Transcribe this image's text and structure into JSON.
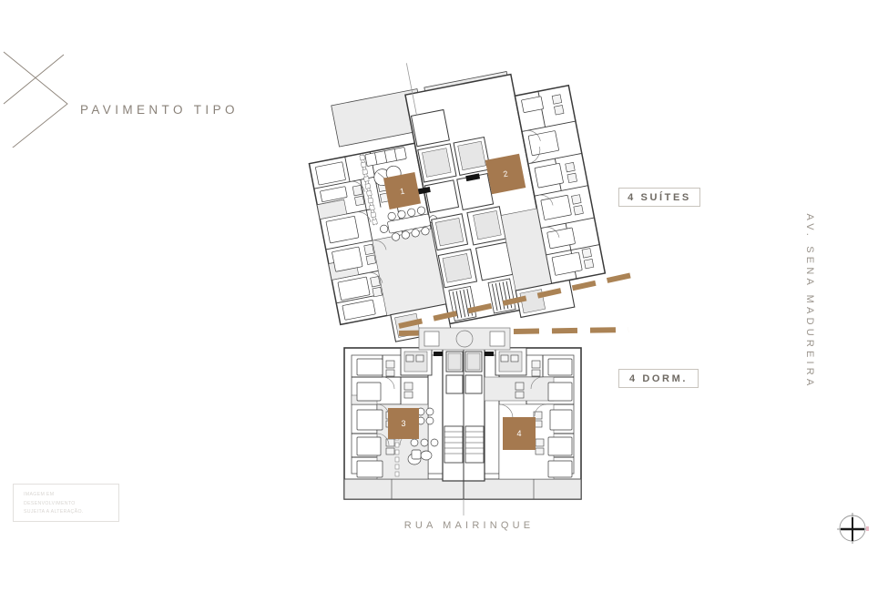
{
  "page": {
    "title": "PAVIMENTO TIPO",
    "background_color": "#ffffff"
  },
  "brand": {
    "logo_name": "chevron-x-logo",
    "line_color": "#8c8379"
  },
  "callouts": [
    {
      "id": "suites",
      "label": "4 SUÍTES"
    },
    {
      "id": "dorm",
      "label": "4 DORM."
    }
  ],
  "streets": {
    "right": "AV. SENA MADUREIRA",
    "bottom": "RUA MAIRINQUE"
  },
  "disclaimer": {
    "line1": "IMAGEM EM",
    "line2": "DESENVOLVIMENTO",
    "line3": "SUJEITA A ALTERAÇÃO."
  },
  "compass": {
    "name": "compass-rose",
    "orientation": "north-up"
  },
  "units": [
    {
      "number": "1",
      "plan": "upper",
      "color": "#a5794f"
    },
    {
      "number": "2",
      "plan": "upper",
      "color": "#a5794f"
    },
    {
      "number": "3",
      "plan": "lower",
      "color": "#a5794f"
    },
    {
      "number": "4",
      "plan": "lower",
      "color": "#a5794f"
    }
  ],
  "colors": {
    "accent_brown": "#a5794f",
    "dashed_road": "#ab8355",
    "plan_line": "#3a3a3a",
    "plan_fill": "#e8e8e8",
    "text_muted": "#9a948c",
    "text_title": "#8a8279",
    "box_border": "#c8c4bd"
  },
  "floorplans": {
    "upper": {
      "label": "4 SUÍTES",
      "rotation_deg": -11,
      "units": [
        "1",
        "2"
      ]
    },
    "lower": {
      "label": "4 DORM.",
      "rotation_deg": 0,
      "units": [
        "3",
        "4"
      ]
    }
  },
  "road_markers": {
    "name": "dashed-street-lines",
    "count": 2,
    "color": "#ab8355"
  }
}
